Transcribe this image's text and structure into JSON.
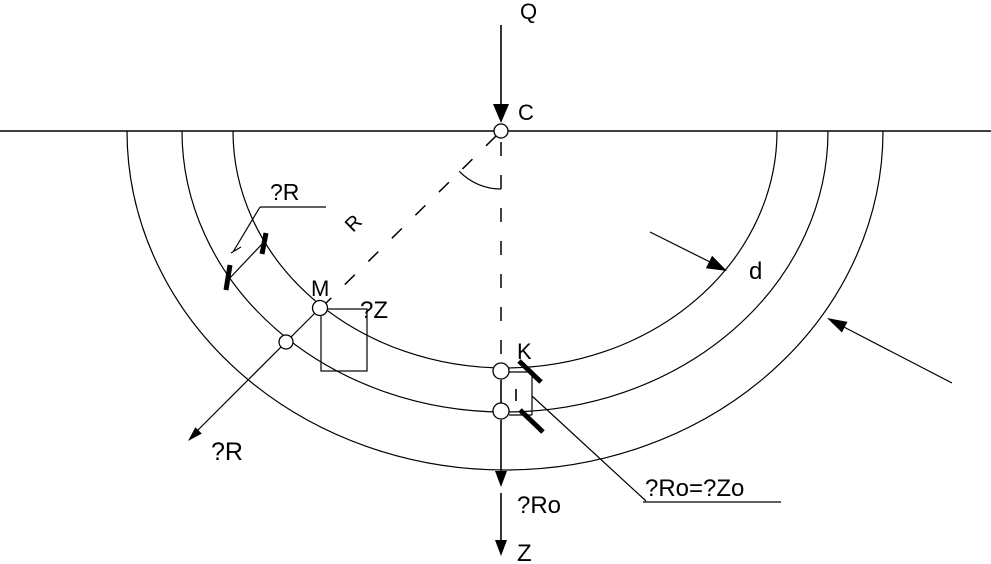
{
  "labels": {
    "load": "Q",
    "point_c": "C",
    "radius": "R",
    "point_m": "M",
    "point_k": "K",
    "sigma_r_element": "?R",
    "sigma_z": "?Z",
    "sigma_r_vector": "?R",
    "sigma_r0": "?Ro",
    "sigma_r0_equals_sigma_z0": "?Ro=?Zo",
    "z_axis": "Z",
    "d_dimension": "d"
  },
  "colors": {
    "ink": "#000000",
    "background": "#ffffff"
  }
}
